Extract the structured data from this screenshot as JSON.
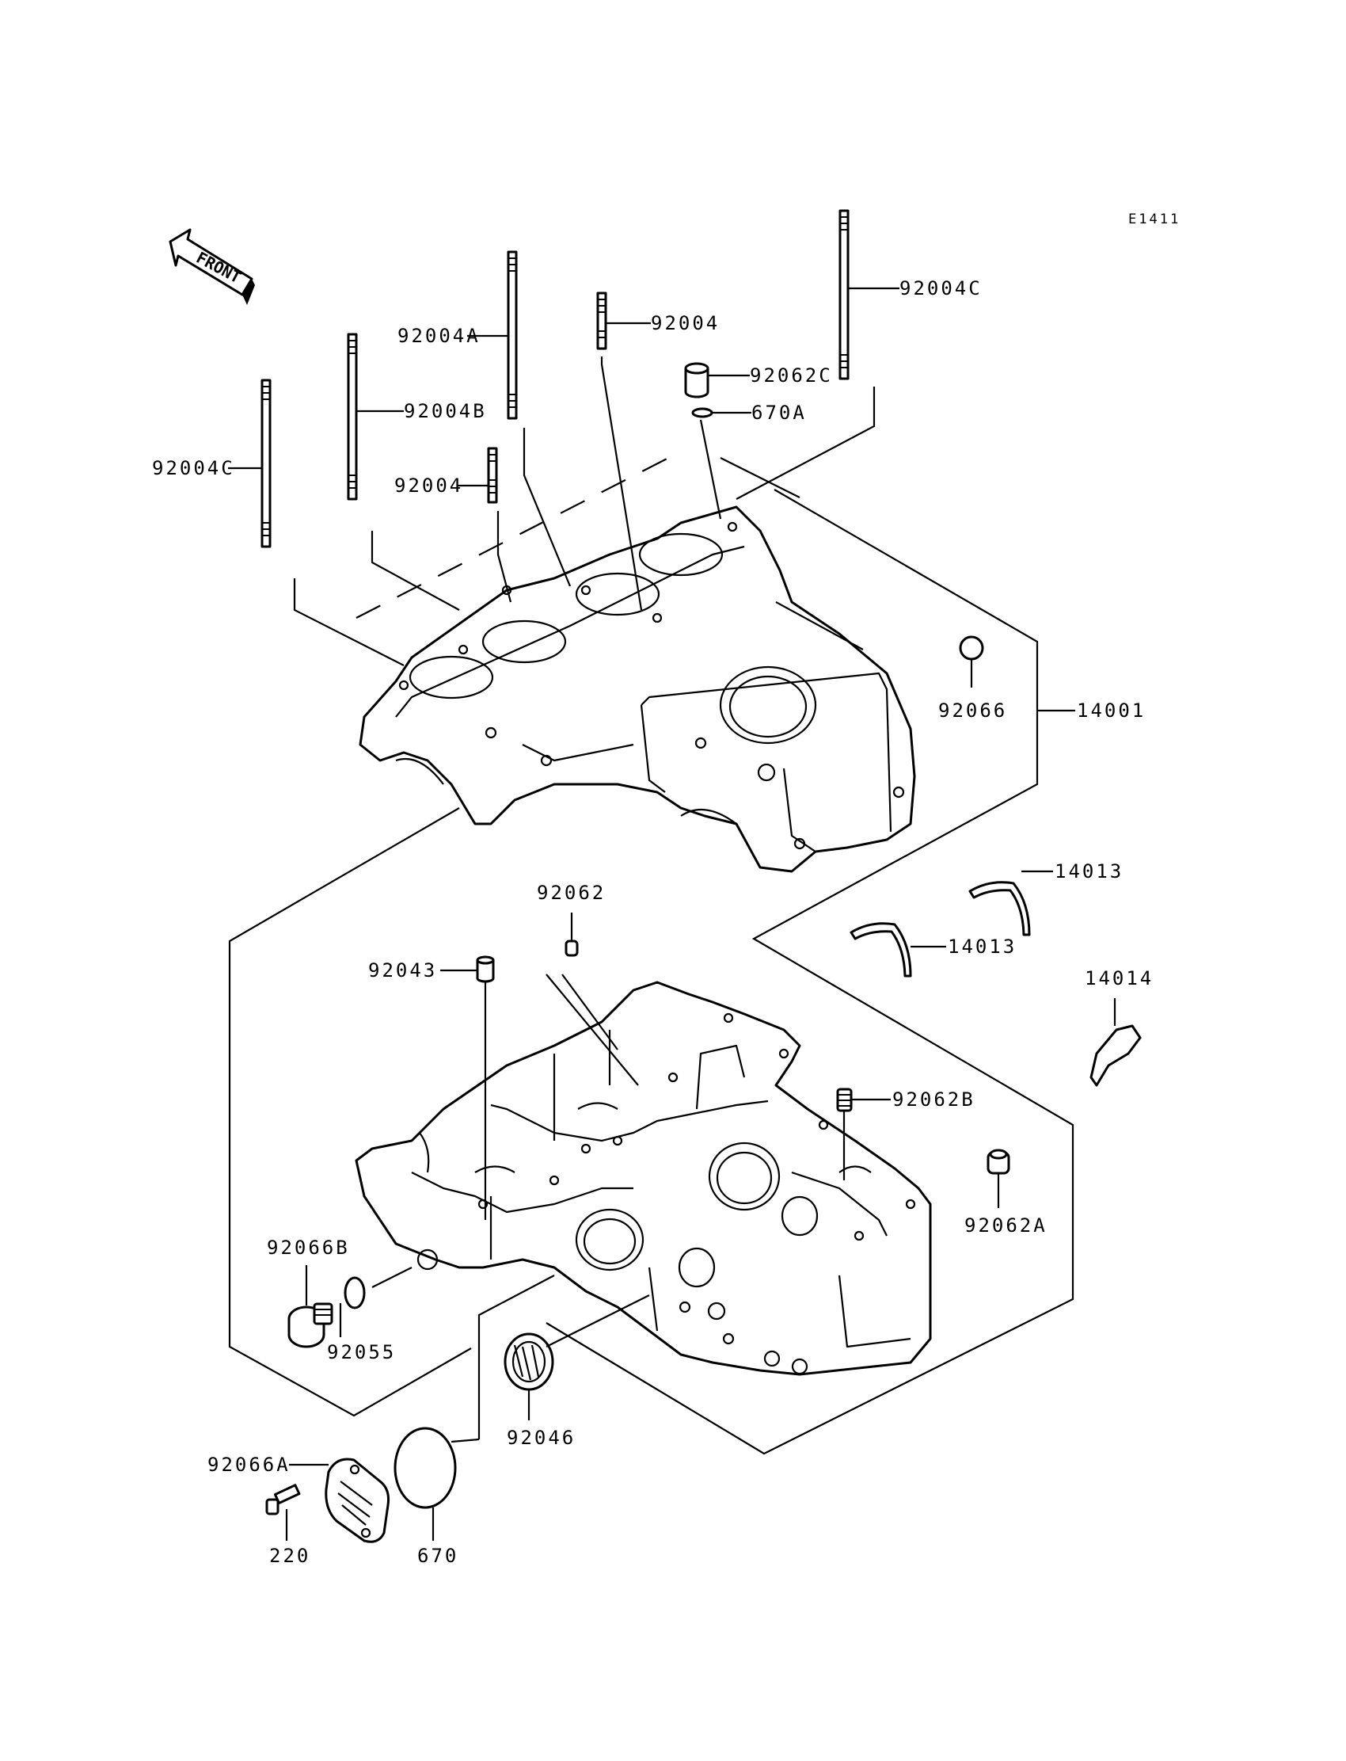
{
  "diagram_code": "E1411",
  "front_label": "FRONT",
  "parts": {
    "p92004C_top": "92004C",
    "p92004": "92004",
    "p92004A": "92004A",
    "p92062C": "92062C",
    "p670A": "670A",
    "p92004B": "92004B",
    "p92004C_left": "92004C",
    "p92004_short": "92004",
    "p92066": "92066",
    "p14001": "14001",
    "p14013_a": "14013",
    "p14013_b": "14013",
    "p14014": "14014",
    "p92062": "92062",
    "p92043": "92043",
    "p92062B": "92062B",
    "p92062A": "92062A",
    "p92066B": "92066B",
    "p92055": "92055",
    "p92046": "92046",
    "p92066A": "92066A",
    "p670": "670",
    "p220": "220"
  }
}
